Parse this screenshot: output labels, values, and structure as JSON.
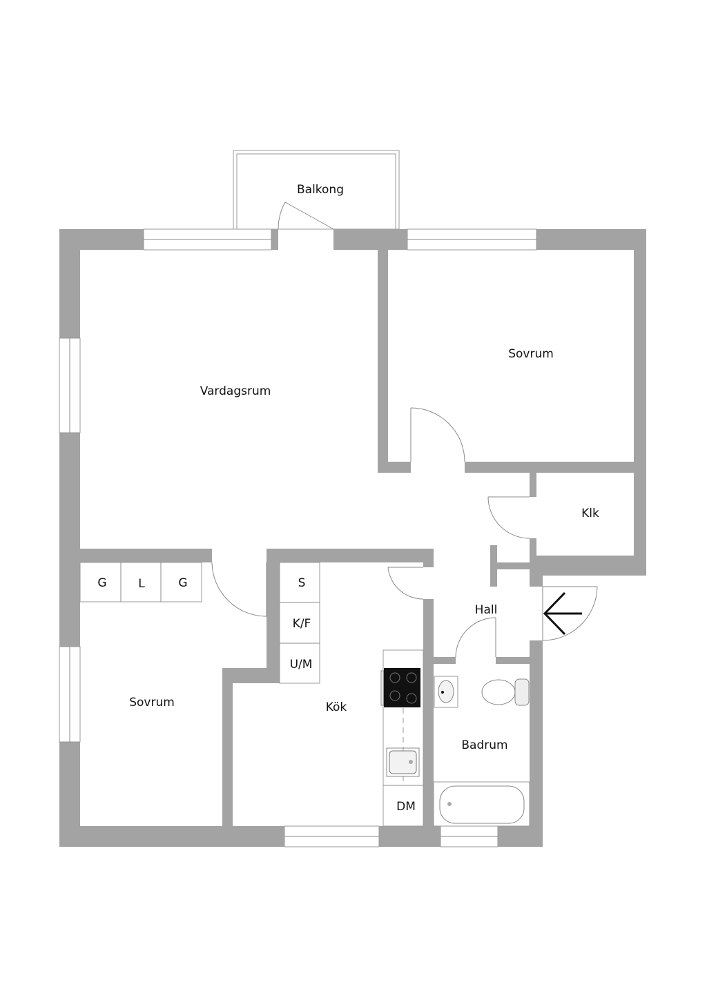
{
  "rooms": {
    "balcony": "Balkong",
    "living_room": "Vardagsrum",
    "bedroom_upper": "Sovrum",
    "closet": "Klk",
    "hall": "Hall",
    "bedroom_lower": "Sovrum",
    "kitchen": "Kök",
    "bathroom": "Badrum"
  },
  "wardrobes": [
    "G",
    "L",
    "G"
  ],
  "kitchen_units": [
    "S",
    "K/F",
    "U/M"
  ],
  "dishwasher": "DM",
  "colors": {
    "wall": "#a3a3a3",
    "stove": "#111111"
  }
}
